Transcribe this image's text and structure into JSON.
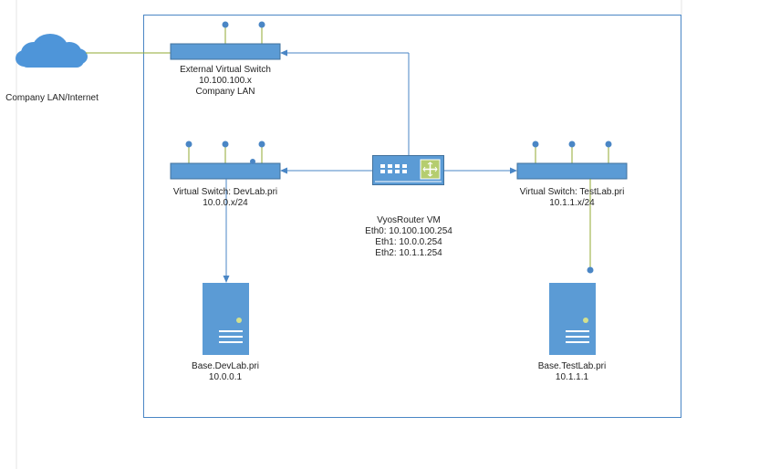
{
  "internet": {
    "label": "Company LAN/Internet"
  },
  "external_switch": {
    "lines": [
      "External Virtual Switch",
      "10.100.100.x",
      "Company LAN"
    ]
  },
  "devlab_switch": {
    "lines": [
      "Virtual Switch: DevLab.pri",
      "10.0.0.x/24"
    ]
  },
  "testlab_switch": {
    "lines": [
      "Virtual Switch: TestLab.pri",
      "10.1.1.x/24"
    ]
  },
  "router": {
    "lines": [
      "VyosRouter VM",
      "Eth0: 10.100.100.254",
      "Eth1: 10.0.0.254",
      "Eth2: 10.1.1.254"
    ]
  },
  "devlab_server": {
    "lines": [
      "Base.DevLab.pri",
      "10.0.0.1"
    ]
  },
  "testlab_server": {
    "lines": [
      "Base.TestLab.pri",
      "10.1.1.1"
    ]
  },
  "colors": {
    "device_fill": "#5b9bd5",
    "device_stroke": "#41719c",
    "arrow": "#4a86c5",
    "uplink": "#92a832",
    "cloud": "#4e95d9",
    "frame": "#4a86c5"
  }
}
